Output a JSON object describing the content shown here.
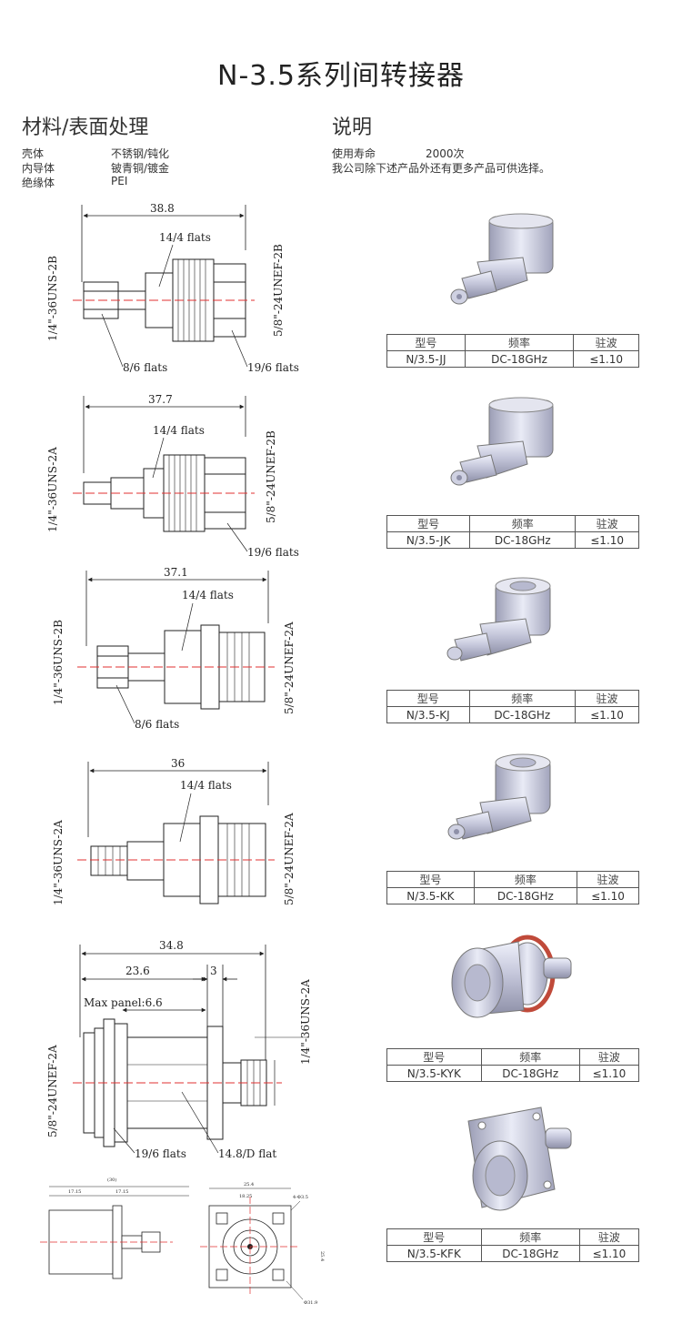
{
  "title": "N-3.5系列间转接器",
  "materials": {
    "heading": "材料/表面处理",
    "rows": [
      {
        "part": "壳体",
        "value": "不锈钢/钝化"
      },
      {
        "part": "内导体",
        "value": "铍青铜/镀金"
      },
      {
        "part": "绝缘体",
        "value": "PEI"
      }
    ]
  },
  "notes": {
    "heading": "说明",
    "life_label": "使用寿命",
    "life_value": "2000次",
    "line2": "我公司除下述产品外还有更多产品可供选择。"
  },
  "table_headers": {
    "model": "型号",
    "freq": "频率",
    "vswr": "驻波"
  },
  "products": [
    {
      "model": "N/3.5-JJ",
      "freq": "DC-18GHz",
      "vswr": "≤1.10"
    },
    {
      "model": "N/3.5-JK",
      "freq": "DC-18GHz",
      "vswr": "≤1.10"
    },
    {
      "model": "N/3.5-KJ",
      "freq": "DC-18GHz",
      "vswr": "≤1.10"
    },
    {
      "model": "N/3.5-KK",
      "freq": "DC-18GHz",
      "vswr": "≤1.10"
    },
    {
      "model": "N/3.5-KYK",
      "freq": "DC-18GHz",
      "vswr": "≤1.10"
    },
    {
      "model": "N/3.5-KFK",
      "freq": "DC-18GHz",
      "vswr": "≤1.10"
    }
  ],
  "drawings": {
    "d1": {
      "length": "38.8",
      "flats_a": "14/4 flats",
      "flats_b": "8/6 flats",
      "flats_c": "19/6 flats",
      "thread_left": "1/4\"-36UNS-2B",
      "thread_right": "5/8\"-24UNEF-2B"
    },
    "d2": {
      "length": "37.7",
      "flats_a": "14/4 flats",
      "flats_c": "19/6 flats",
      "thread_left": "1/4\"-36UNS-2A",
      "thread_right": "5/8\"-24UNEF-2B"
    },
    "d3": {
      "length": "37.1",
      "flats_a": "14/4 flats",
      "flats_b": "8/6 flats",
      "thread_left": "1/4\"-36UNS-2B",
      "thread_right": "5/8\"-24UNEF-2A"
    },
    "d4": {
      "length": "36",
      "flats_a": "14/4 flats",
      "thread_left": "1/4\"-36UNS-2A",
      "thread_right": "5/8\"-24UNEF-2A"
    },
    "d5": {
      "length": "34.8",
      "sub_length": "23.6",
      "gap": "3",
      "panel": "Max panel:6.6",
      "flats_c": "19/6 flats",
      "flats_d": "14.8/D flat",
      "thread_left": "5/8\"-24UNEF-2A",
      "thread_right": "1/4\"-36UNS-2A"
    },
    "d6": {
      "overall": "(30)",
      "a": "17.15",
      "b": "17.15",
      "top": "25.4",
      "hole": "4-Φ3.5",
      "sq": "18.25",
      "side": "25.4",
      "dia": "Φ31.9"
    }
  },
  "colors": {
    "dim_line": "#222222",
    "center_line": "#e23030",
    "metal": "#c9c9dc",
    "gasket": "#c04a3a"
  }
}
